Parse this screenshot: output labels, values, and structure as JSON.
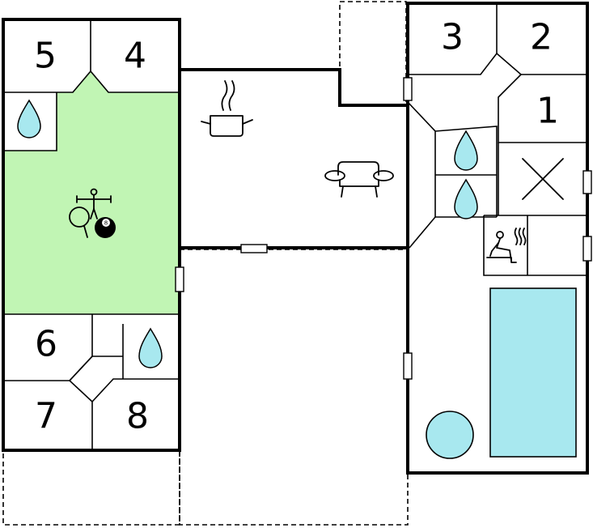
{
  "colors": {
    "activity_room": "#c1f5b4",
    "outdoor_area": "#e4e4e4",
    "outdoor_dark": "#c4c4c4",
    "water": "#a8e8ef",
    "walls": "#000000"
  },
  "rooms": {
    "room_1": "1",
    "room_2": "2",
    "room_3": "3",
    "room_4": "4",
    "room_5": "5",
    "room_6": "6",
    "room_7": "7",
    "room_8": "8"
  },
  "icons": {
    "kitchen": "cooking-pot-icon",
    "living": "sofa-icon",
    "activity": "table-tennis-billiards-fitness-icon",
    "bathroom": "water-drop-icon",
    "sauna": "sauna-icon",
    "no_use": "cross-icon",
    "pool": "pool",
    "whirlpool": "whirlpool"
  },
  "billiard_ball_number": "8"
}
